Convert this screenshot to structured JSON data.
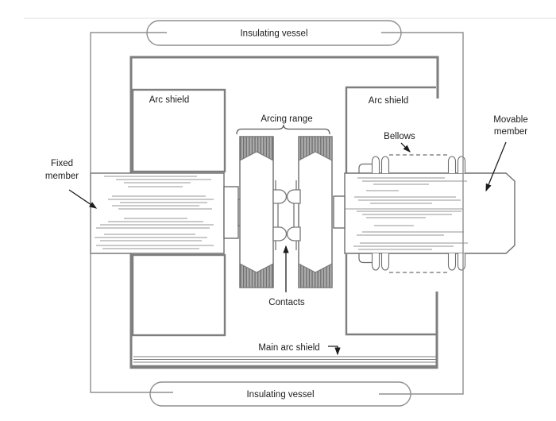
{
  "figure": {
    "type": "vacuum-interrupter-cross-section-diagram",
    "colors": {
      "background": "#ffffff",
      "outline": "#6e6e6e",
      "shield": "#7e7e7e",
      "vessel_wire": "#8f8f8f",
      "hatch_fill": "#ababab",
      "hatch_stroke": "#6e6e6e",
      "rod_hatch": "#949494",
      "label": "#1c1c1c"
    }
  },
  "labels": {
    "insulating_vessel_top": "Insulating vessel",
    "insulating_vessel_bottom": "Insulating vessel",
    "arc_shield_left": "Arc shield",
    "arc_shield_right": "Arc shield",
    "arcing_range": "Arcing range",
    "bellows": "Bellows",
    "movable_member_line1": "Movable",
    "movable_member_line2": "member",
    "fixed_member_line1": "Fixed",
    "fixed_member_line2": "member",
    "contacts": "Contacts",
    "main_arc_shield": "Main arc shield"
  }
}
